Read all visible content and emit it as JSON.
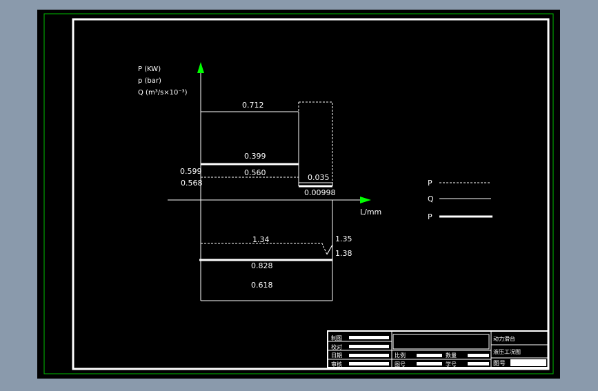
{
  "axes": {
    "y_labels": [
      "P (KW)",
      "p (bar)",
      "Q (m³/s×10⁻³)"
    ],
    "x_label": "L/mm"
  },
  "values": {
    "v0712": "0.712",
    "v0399": "0.399",
    "v0560": "0.560",
    "v0599": "0.599",
    "v0568": "0.568",
    "v0035": "0.035",
    "v00998": "0.00998",
    "v134": "1.34",
    "v135": "1.35",
    "v138": "1.38",
    "v0828": "0.828",
    "v0618": "0.618"
  },
  "legend": [
    {
      "label": "P",
      "style": "dashed"
    },
    {
      "label": "Q",
      "style": "thin"
    },
    {
      "label": "P",
      "style": "thick"
    }
  ],
  "title_block": {
    "row_labels": [
      "制图",
      "校对",
      "日期",
      "审核"
    ],
    "mid_labels": [
      "比例",
      "图号"
    ],
    "mid_labels2": [
      "数量",
      "学号"
    ],
    "title1": "动力滑台",
    "title2": "液压工况图",
    "title3": "图号"
  },
  "colors": {
    "background": "#8a9aac",
    "canvas": "#000000",
    "frame_green": "#00c000",
    "axis_arrow": "#00ff00",
    "ink": "#ffffff"
  }
}
